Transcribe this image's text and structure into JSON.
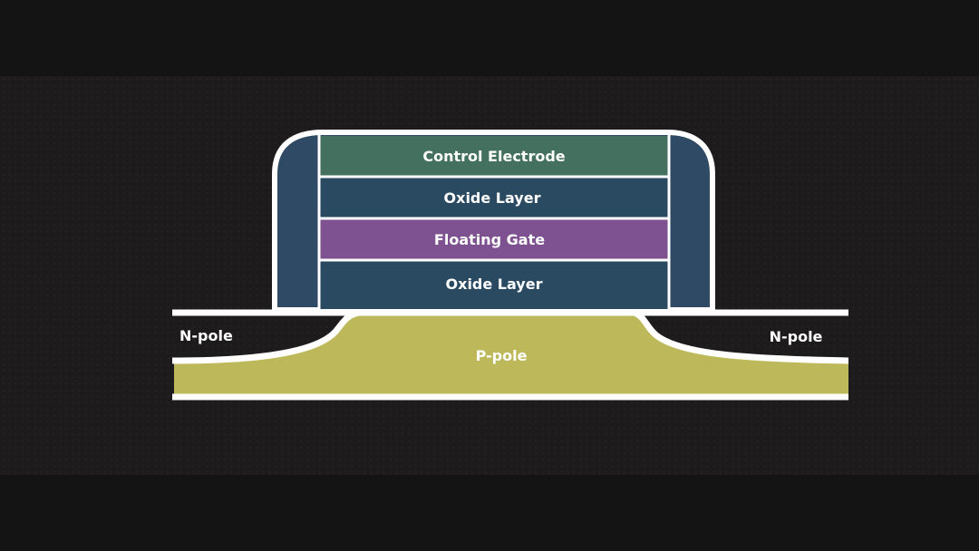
{
  "diagram": {
    "layers": {
      "control_electrode": "Control Electrode",
      "oxide_layer_top": "Oxide Layer",
      "floating_gate": "Floating Gate",
      "oxide_layer_bottom": "Oxide Layer"
    },
    "regions": {
      "n_pole_left": "N-pole",
      "n_pole_right": "N-pole",
      "p_pole": "P-pole"
    },
    "colors": {
      "background": "#141414",
      "control_electrode": "#44705f",
      "oxide_layer": "#2a4a61",
      "floating_gate": "#7e5290",
      "side_spacer": "#2f4a64",
      "p_pole": "#bdb95a",
      "outline": "#ffffff"
    }
  }
}
